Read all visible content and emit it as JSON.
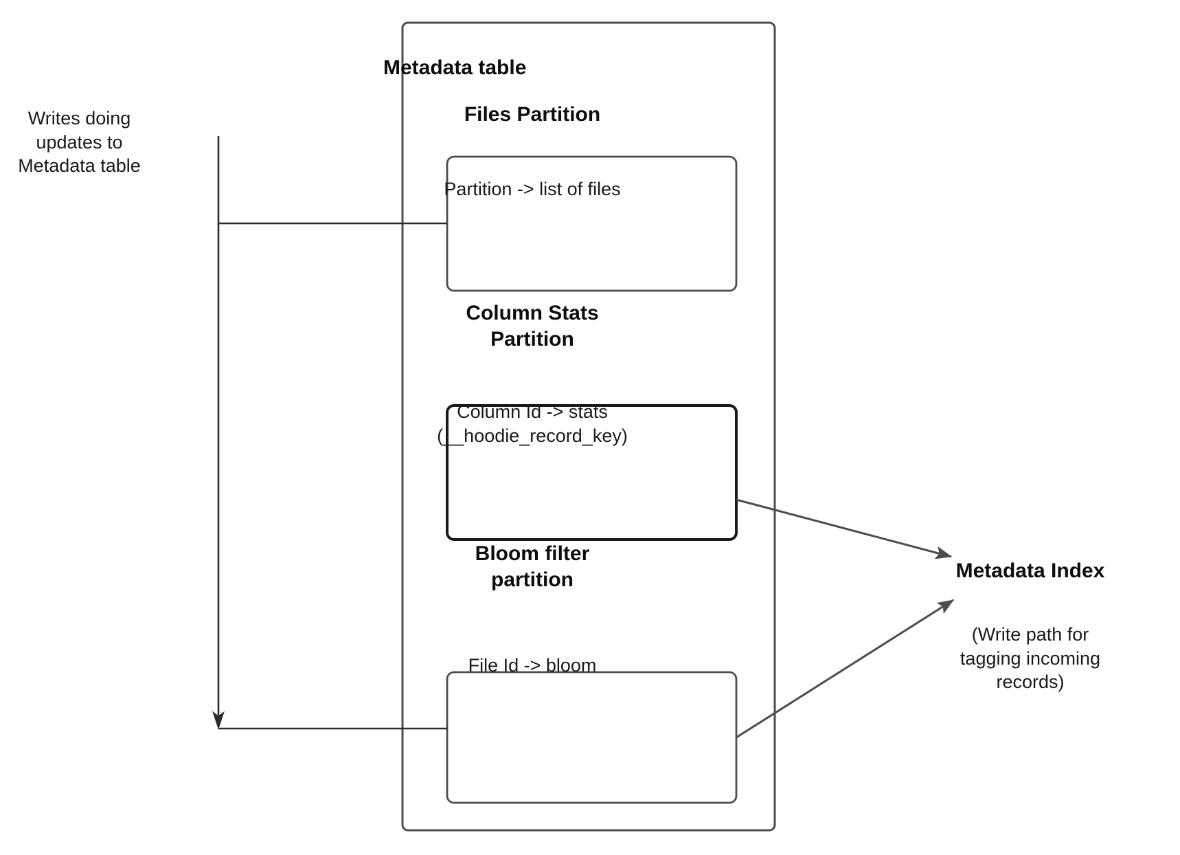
{
  "diagram": {
    "title_left_note": "Writes doing\nupdates to\nMetadata table",
    "container": {
      "name": "metadata-table",
      "label": "Metadata table",
      "border_color": "#4d4d4d"
    },
    "partitions": [
      {
        "id": "files",
        "heading": "Files Partition",
        "box_label": "Partition -> list of files",
        "border_color": "#4d4d4d"
      },
      {
        "id": "column-stats",
        "heading": "Column Stats\nPartition",
        "box_label": "Column Id  -> stats\n(__hoodie_record_key)",
        "border_color": "#1a1a1a"
      },
      {
        "id": "bloom-filter",
        "heading": "Bloom filter\npartition",
        "box_label": "File Id -> bloom",
        "border_color": "#4d4d4d"
      }
    ],
    "right_node": {
      "title": "Metadata Index",
      "caption": "(Write path for\ntagging incoming\nrecords)"
    },
    "connectors": [
      {
        "name": "writes-to-files-partition",
        "kind": "line"
      },
      {
        "name": "writes-to-bloom-partition",
        "kind": "arrow-down"
      },
      {
        "name": "column-stats-to-metadata-index",
        "kind": "arrow"
      },
      {
        "name": "bloom-to-metadata-index",
        "kind": "arrow"
      }
    ],
    "colors": {
      "stroke": "#4d4d4d",
      "stroke_dark": "#1a1a1a",
      "text": "#1a1a1a",
      "background": "#ffffff"
    }
  }
}
